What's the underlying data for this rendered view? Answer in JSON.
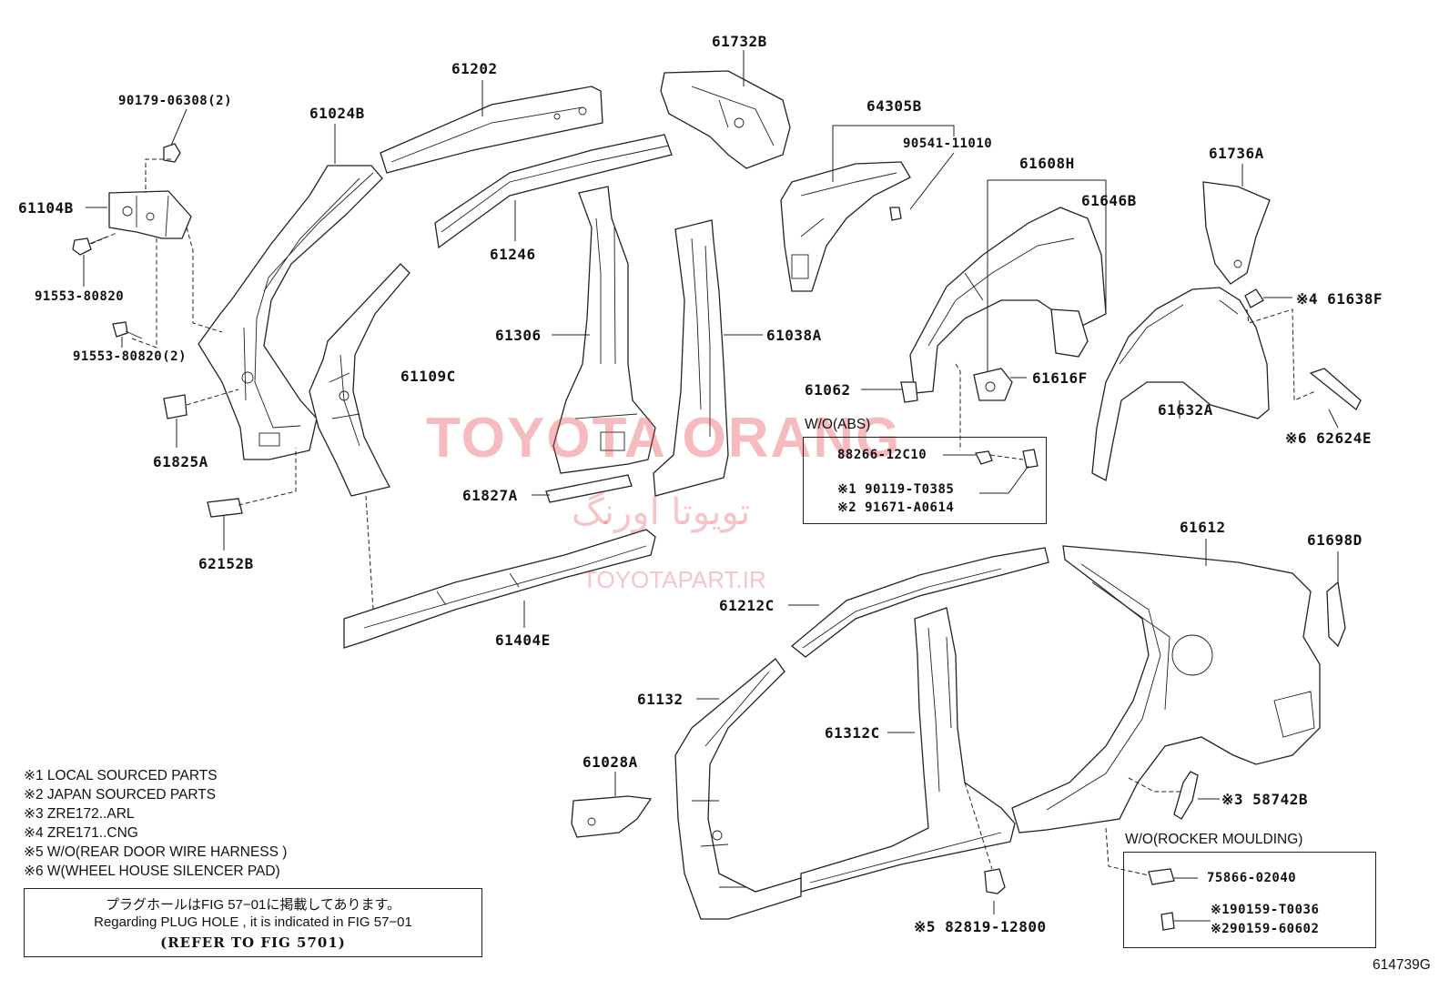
{
  "diagram_code": "614739G",
  "watermark": {
    "brand": "TOYOTA ORANG",
    "brand_fa": "تویوتا اورنگ",
    "site": "TOYOTAPART.IR"
  },
  "labels": {
    "p90179": "90179-06308(2)",
    "p61024B": "61024B",
    "p61202": "61202",
    "p61732B": "61732B",
    "p64305B": "64305B",
    "p90541": "90541-11010",
    "p61608H": "61608H",
    "p61646B": "61646B",
    "p61736A": "61736A",
    "p61104B": "61104B",
    "p61246": "61246",
    "p91553a": "91553-80820",
    "p91553b": "91553-80820(2)",
    "p61306": "61306",
    "p61038A": "61038A",
    "p61109C": "61109C",
    "p61638F": "※4 61638F",
    "p61616F": "61616F",
    "p61062": "61062",
    "p61825A": "61825A",
    "p61632A": "61632A",
    "p62624E": "※6 62624E",
    "p61827A": "61827A",
    "p62152B": "62152B",
    "p61612": "61612",
    "p61698D": "61698D",
    "p61212C": "61212C",
    "p61404E": "61404E",
    "p61132": "61132",
    "p61312C": "61312C",
    "p61028A": "61028A",
    "p58742B": "※3 58742B",
    "p82819": "※5 82819-12800"
  },
  "abs_box": {
    "title": "W/O(ABS)",
    "l1": "88266-12C10",
    "l2": "※1 90119-T0385",
    "l3": "※2 91671-A0614"
  },
  "rocker_box": {
    "title": "W/O(ROCKER MOULDING)",
    "l1": "75866-02040",
    "l2": "※190159-T0036",
    "l3": "※290159-60602"
  },
  "notes": [
    "※1 LOCAL SOURCED PARTS",
    "※2 JAPAN SOURCED PARTS",
    "※3 ZRE172..ARL",
    "※4 ZRE171..CNG",
    "※5 W/O(REAR DOOR  WIRE HARNESS )",
    "※6 W(WHEEL HOUSE SILENCER PAD)"
  ],
  "plug_note": {
    "ja": "プラグホールはFIG 57−01に掲載してあります。",
    "en": "Regarding  PLUG  HOLE , it is indicated in FIG  57−01",
    "ref": "(REFER TO FIG 5701)"
  }
}
